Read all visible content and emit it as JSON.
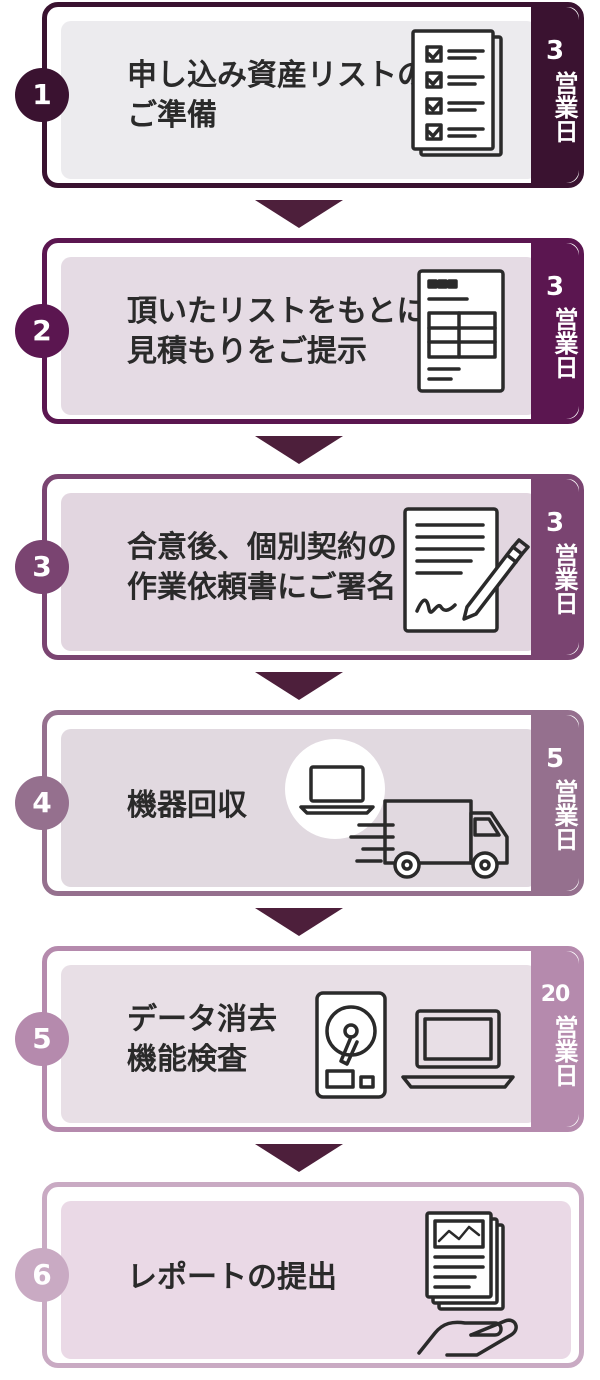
{
  "steps": [
    {
      "number": "1",
      "title_lines": [
        "申し込み資産リストの",
        "ご準備"
      ],
      "days": "3",
      "days_unit": "営業日"
    },
    {
      "number": "2",
      "title_lines": [
        "頂いたリストをもとに",
        "見積もりをご提示"
      ],
      "days": "3",
      "days_unit": "営業日"
    },
    {
      "number": "3",
      "title_lines": [
        "合意後、個別契約の",
        "作業依頼書にご署名"
      ],
      "days": "3",
      "days_unit": "営業日"
    },
    {
      "number": "4",
      "title_lines": [
        "機器回収"
      ],
      "days": "5",
      "days_unit": "営業日"
    },
    {
      "number": "5",
      "title_lines": [
        "データ消去",
        "機能検査"
      ],
      "days": "20",
      "days_unit": "営業日"
    },
    {
      "number": "6",
      "title_lines": [
        "レポートの提出"
      ]
    }
  ],
  "icons": [
    "checklist-icon",
    "estimate-document-icon",
    "contract-signing-icon",
    "delivery-truck-laptop-icon",
    "hard-drive-and-laptop-icon",
    "report-in-hand-icon"
  ],
  "colors": {
    "step1": "#3a1230",
    "step2": "#5b1650",
    "step3": "#7a4471",
    "step4": "#95708e",
    "step5": "#b58aad",
    "step6": "#c9aac3",
    "inner1": "#ecebee",
    "inner2": "#e5dbe4",
    "inner3": "#e2d6e0",
    "inner4": "#e1d9e0",
    "inner5": "#e8dfe6",
    "inner6": "#ead9e6",
    "arrow": "#4d1f3b",
    "ink": "#2a2a2a"
  }
}
